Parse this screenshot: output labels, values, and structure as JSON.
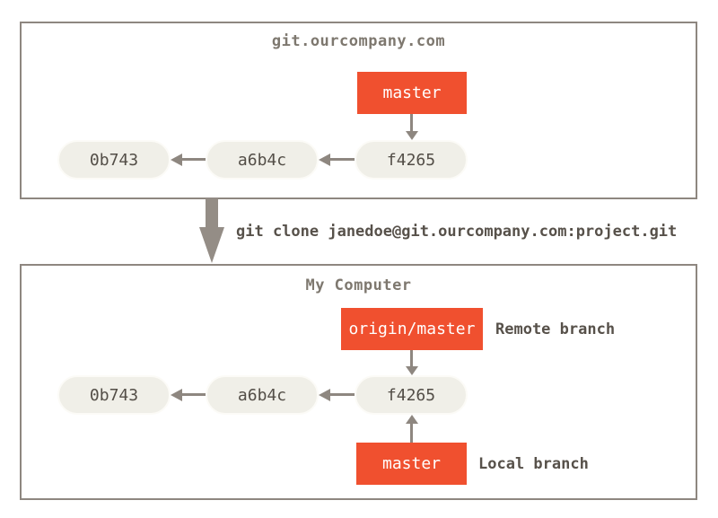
{
  "colors": {
    "branch_box": "#f0502f",
    "branch_text": "#ffffff",
    "commit_fill": "#f0efe8",
    "commit_text": "#534e47",
    "line": "#8e8780",
    "big_arrow": "#948d86",
    "title_text": "#7e786f",
    "annotation_text": "#57514a"
  },
  "server_box": {
    "title": "git.ourcompany.com",
    "branch_label": "master",
    "commits": [
      "0b743",
      "a6b4c",
      "f4265"
    ]
  },
  "clone_command": "git clone janedoe@git.ourcompany.com:project.git",
  "computer_box": {
    "title": "My Computer",
    "remote_branch_label": "origin/master",
    "remote_branch_annotation": "Remote branch",
    "local_branch_label": "master",
    "local_branch_annotation": "Local branch",
    "commits": [
      "0b743",
      "a6b4c",
      "f4265"
    ]
  }
}
